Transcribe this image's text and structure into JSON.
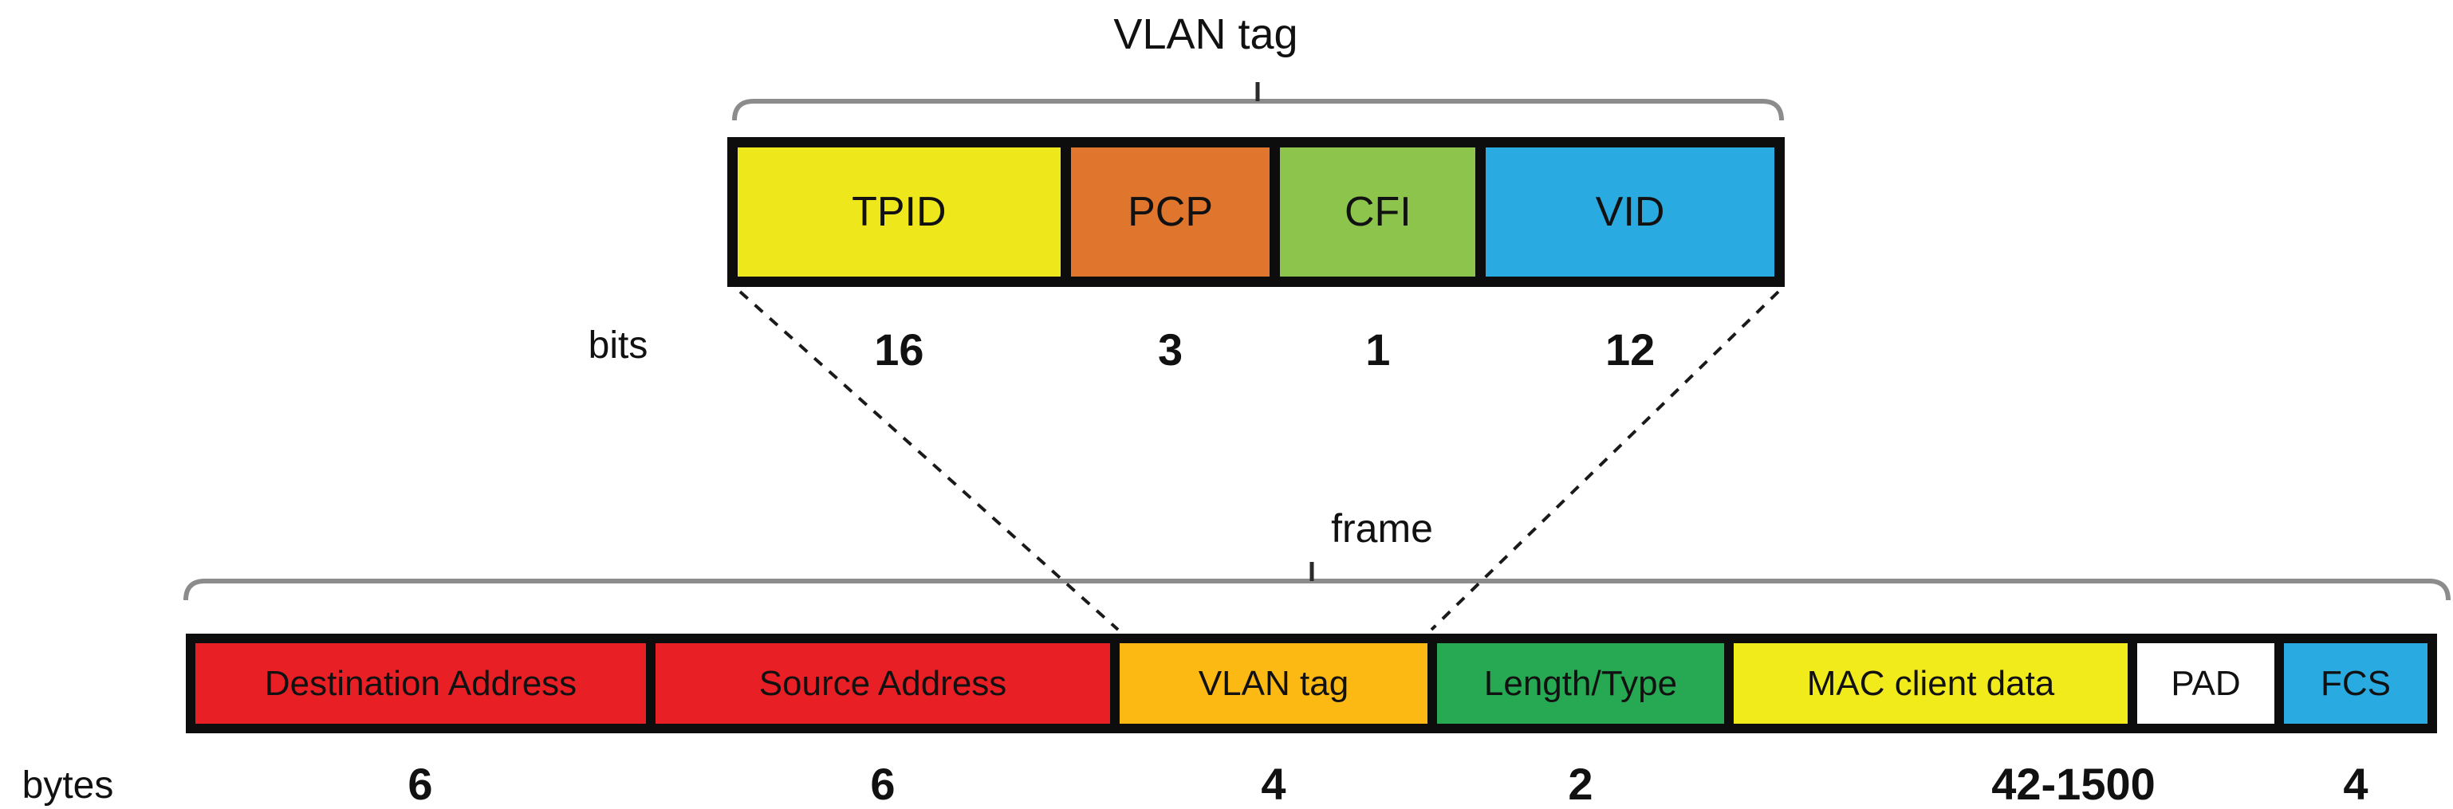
{
  "diagram": {
    "vlan_tag": {
      "title": "VLAN tag",
      "unit_label": "bits",
      "fields": [
        {
          "label": "TPID",
          "size": "16",
          "color": "#EDE71B"
        },
        {
          "label": "PCP",
          "size": "3",
          "color": "#E0762E"
        },
        {
          "label": "CFI",
          "size": "1",
          "color": "#8CC44C"
        },
        {
          "label": "VID",
          "size": "12",
          "color": "#29ABE2"
        }
      ]
    },
    "frame": {
      "title": "frame",
      "unit_label": "bytes",
      "fields": [
        {
          "label": "Destination Address",
          "size": "6",
          "color": "#E82026"
        },
        {
          "label": "Source Address",
          "size": "6",
          "color": "#E82026"
        },
        {
          "label": "VLAN tag",
          "size": "4",
          "color": "#FCB813"
        },
        {
          "label": "Length/Type",
          "size": "2",
          "color": "#27A953"
        },
        {
          "label": "MAC client data",
          "size": "42-1500",
          "color": "#F2EB1C"
        },
        {
          "label": "PAD",
          "size": "",
          "color": "#FFFFFF"
        },
        {
          "label": "FCS",
          "size": "4",
          "color": "#29ABE2"
        }
      ]
    },
    "colors": {
      "box_border": "#0D0D0D",
      "brace": "#8C8C8C",
      "connector": "#1A1A1A",
      "text": "#111111"
    }
  }
}
